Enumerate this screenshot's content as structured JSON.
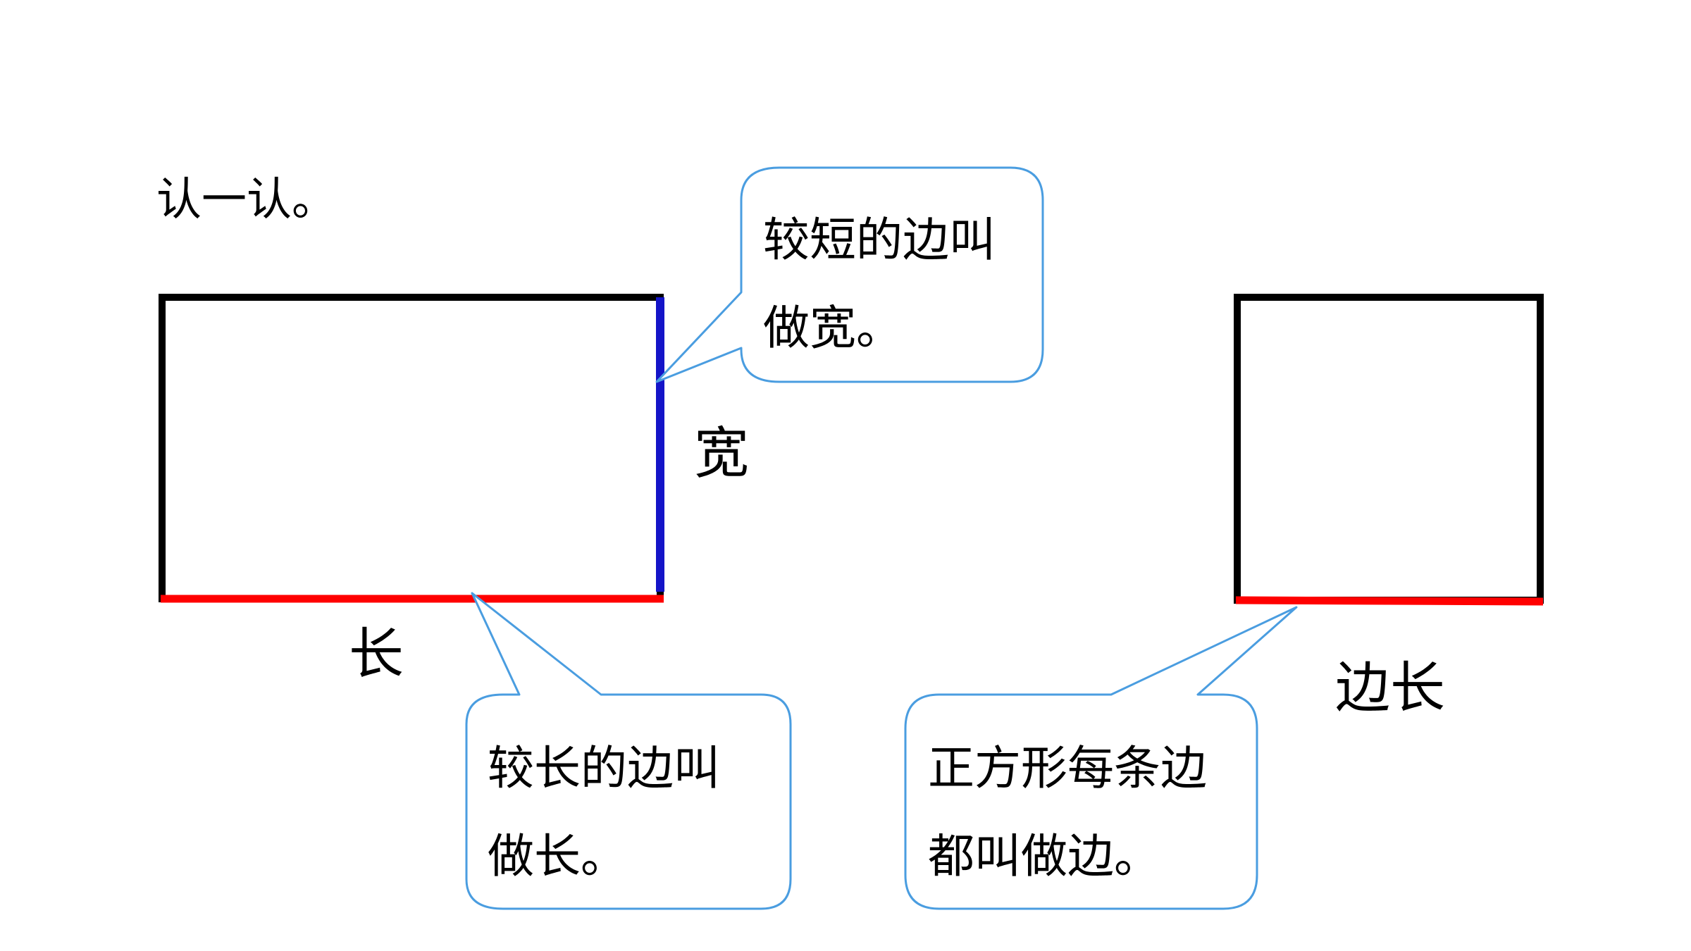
{
  "instruction": "认一认。",
  "rectangle": {
    "width_label": "宽",
    "length_label": "长",
    "stroke_color": "#000000",
    "width_side_color": "#1414c8",
    "length_side_color": "#ff0000"
  },
  "square": {
    "side_label": "边长",
    "stroke_color": "#000000",
    "side_color": "#ff0000"
  },
  "callouts": {
    "width": {
      "line1": "较短的边叫",
      "line2": "做宽。"
    },
    "length": {
      "line1": "较长的边叫",
      "line2": "做长。"
    },
    "square": {
      "line1": "正方形每条边",
      "line2": "都叫做边。"
    },
    "border_color": "#4a9de0"
  }
}
